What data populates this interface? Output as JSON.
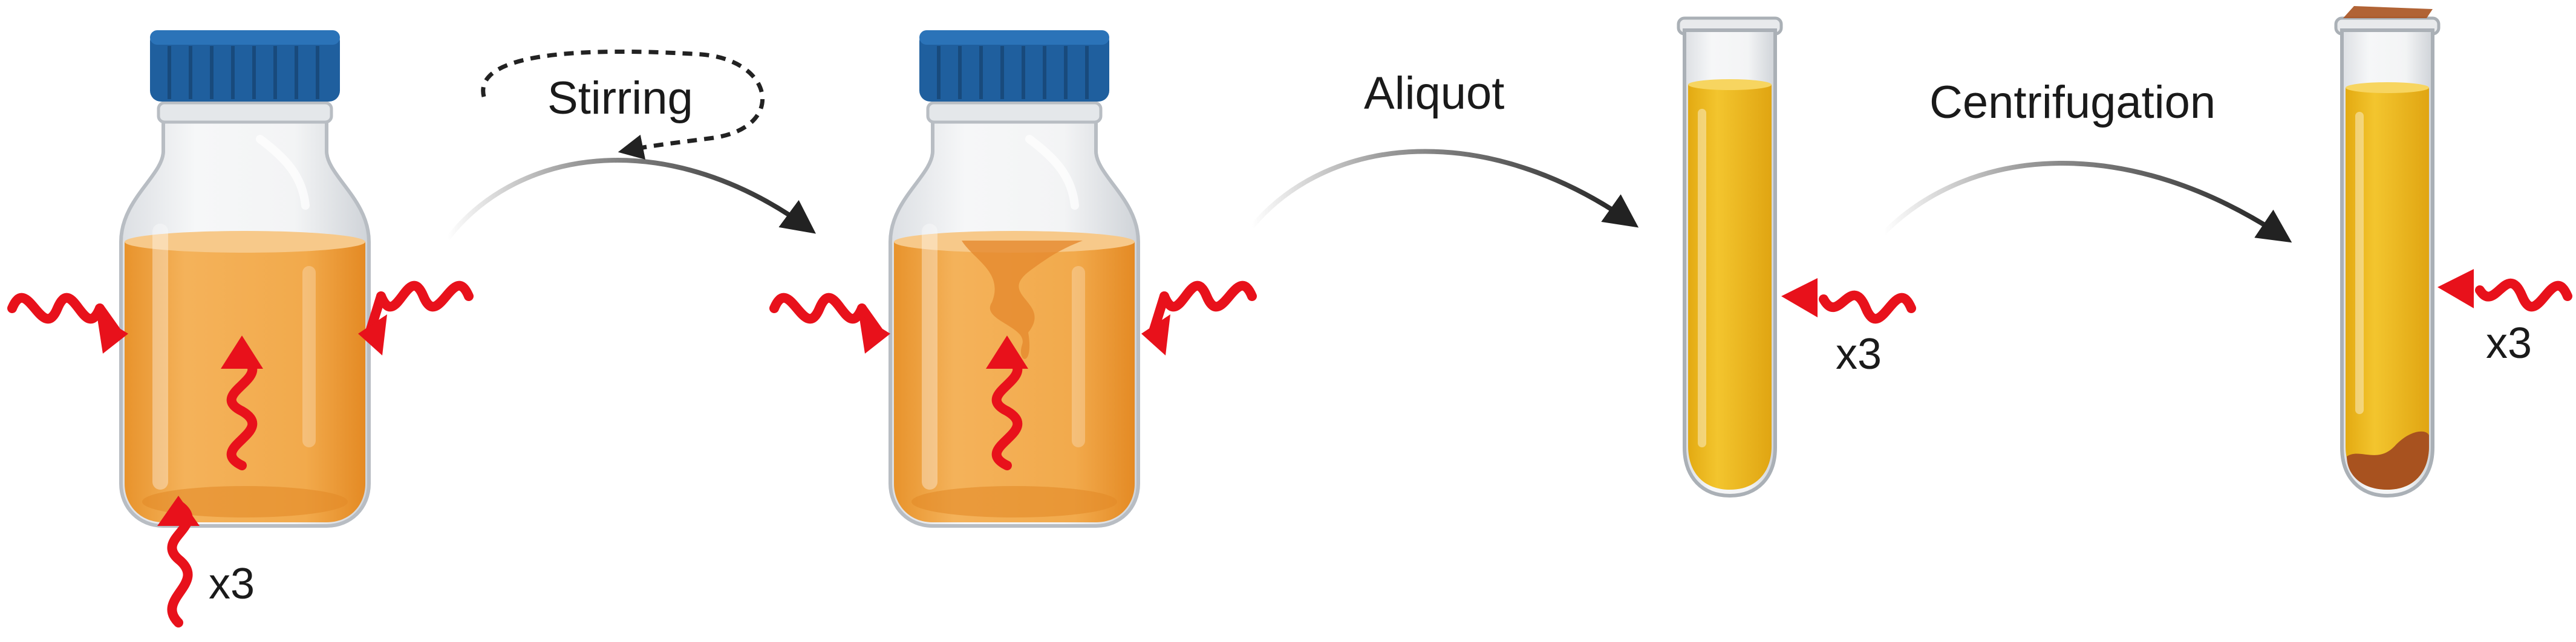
{
  "steps": {
    "stirring": "Stirring",
    "aliquot": "Aliquot",
    "centrifugation": "Centrifugation"
  },
  "multipliers": {
    "bottle": "x3",
    "tube1": "x3",
    "tube2": "x3"
  },
  "colors": {
    "cap": "#1f5f9e",
    "bottle_liquid": "#f0a640",
    "tube_liquid": "#eebc22",
    "pellet": "#a8521f",
    "arrow": "#222222",
    "radiation": "#e8111b"
  }
}
